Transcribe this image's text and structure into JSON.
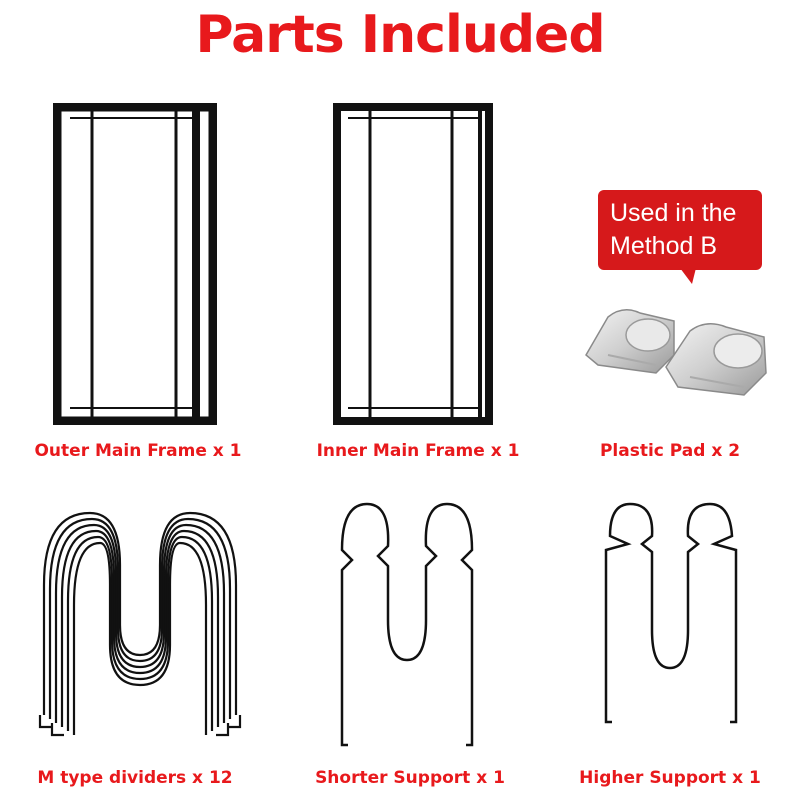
{
  "header": {
    "title": "Parts Included"
  },
  "callout": {
    "line1": "Used in the",
    "line2": "Method B"
  },
  "parts": [
    {
      "label": "Outer Main Frame x 1",
      "icon": "outer-main-frame-icon"
    },
    {
      "label": "Inner Main Frame x 1",
      "icon": "inner-main-frame-icon"
    },
    {
      "label": "Plastic Pad x 2",
      "icon": "plastic-pad-icon"
    },
    {
      "label": "M type dividers x 12",
      "icon": "m-type-divider-icon"
    },
    {
      "label": "Shorter Support x 1",
      "icon": "shorter-support-icon"
    },
    {
      "label": "Higher Support x 1",
      "icon": "higher-support-icon"
    }
  ],
  "colors": {
    "accent": "#e8191c",
    "callout": "#d6191b",
    "line": "#111111"
  }
}
